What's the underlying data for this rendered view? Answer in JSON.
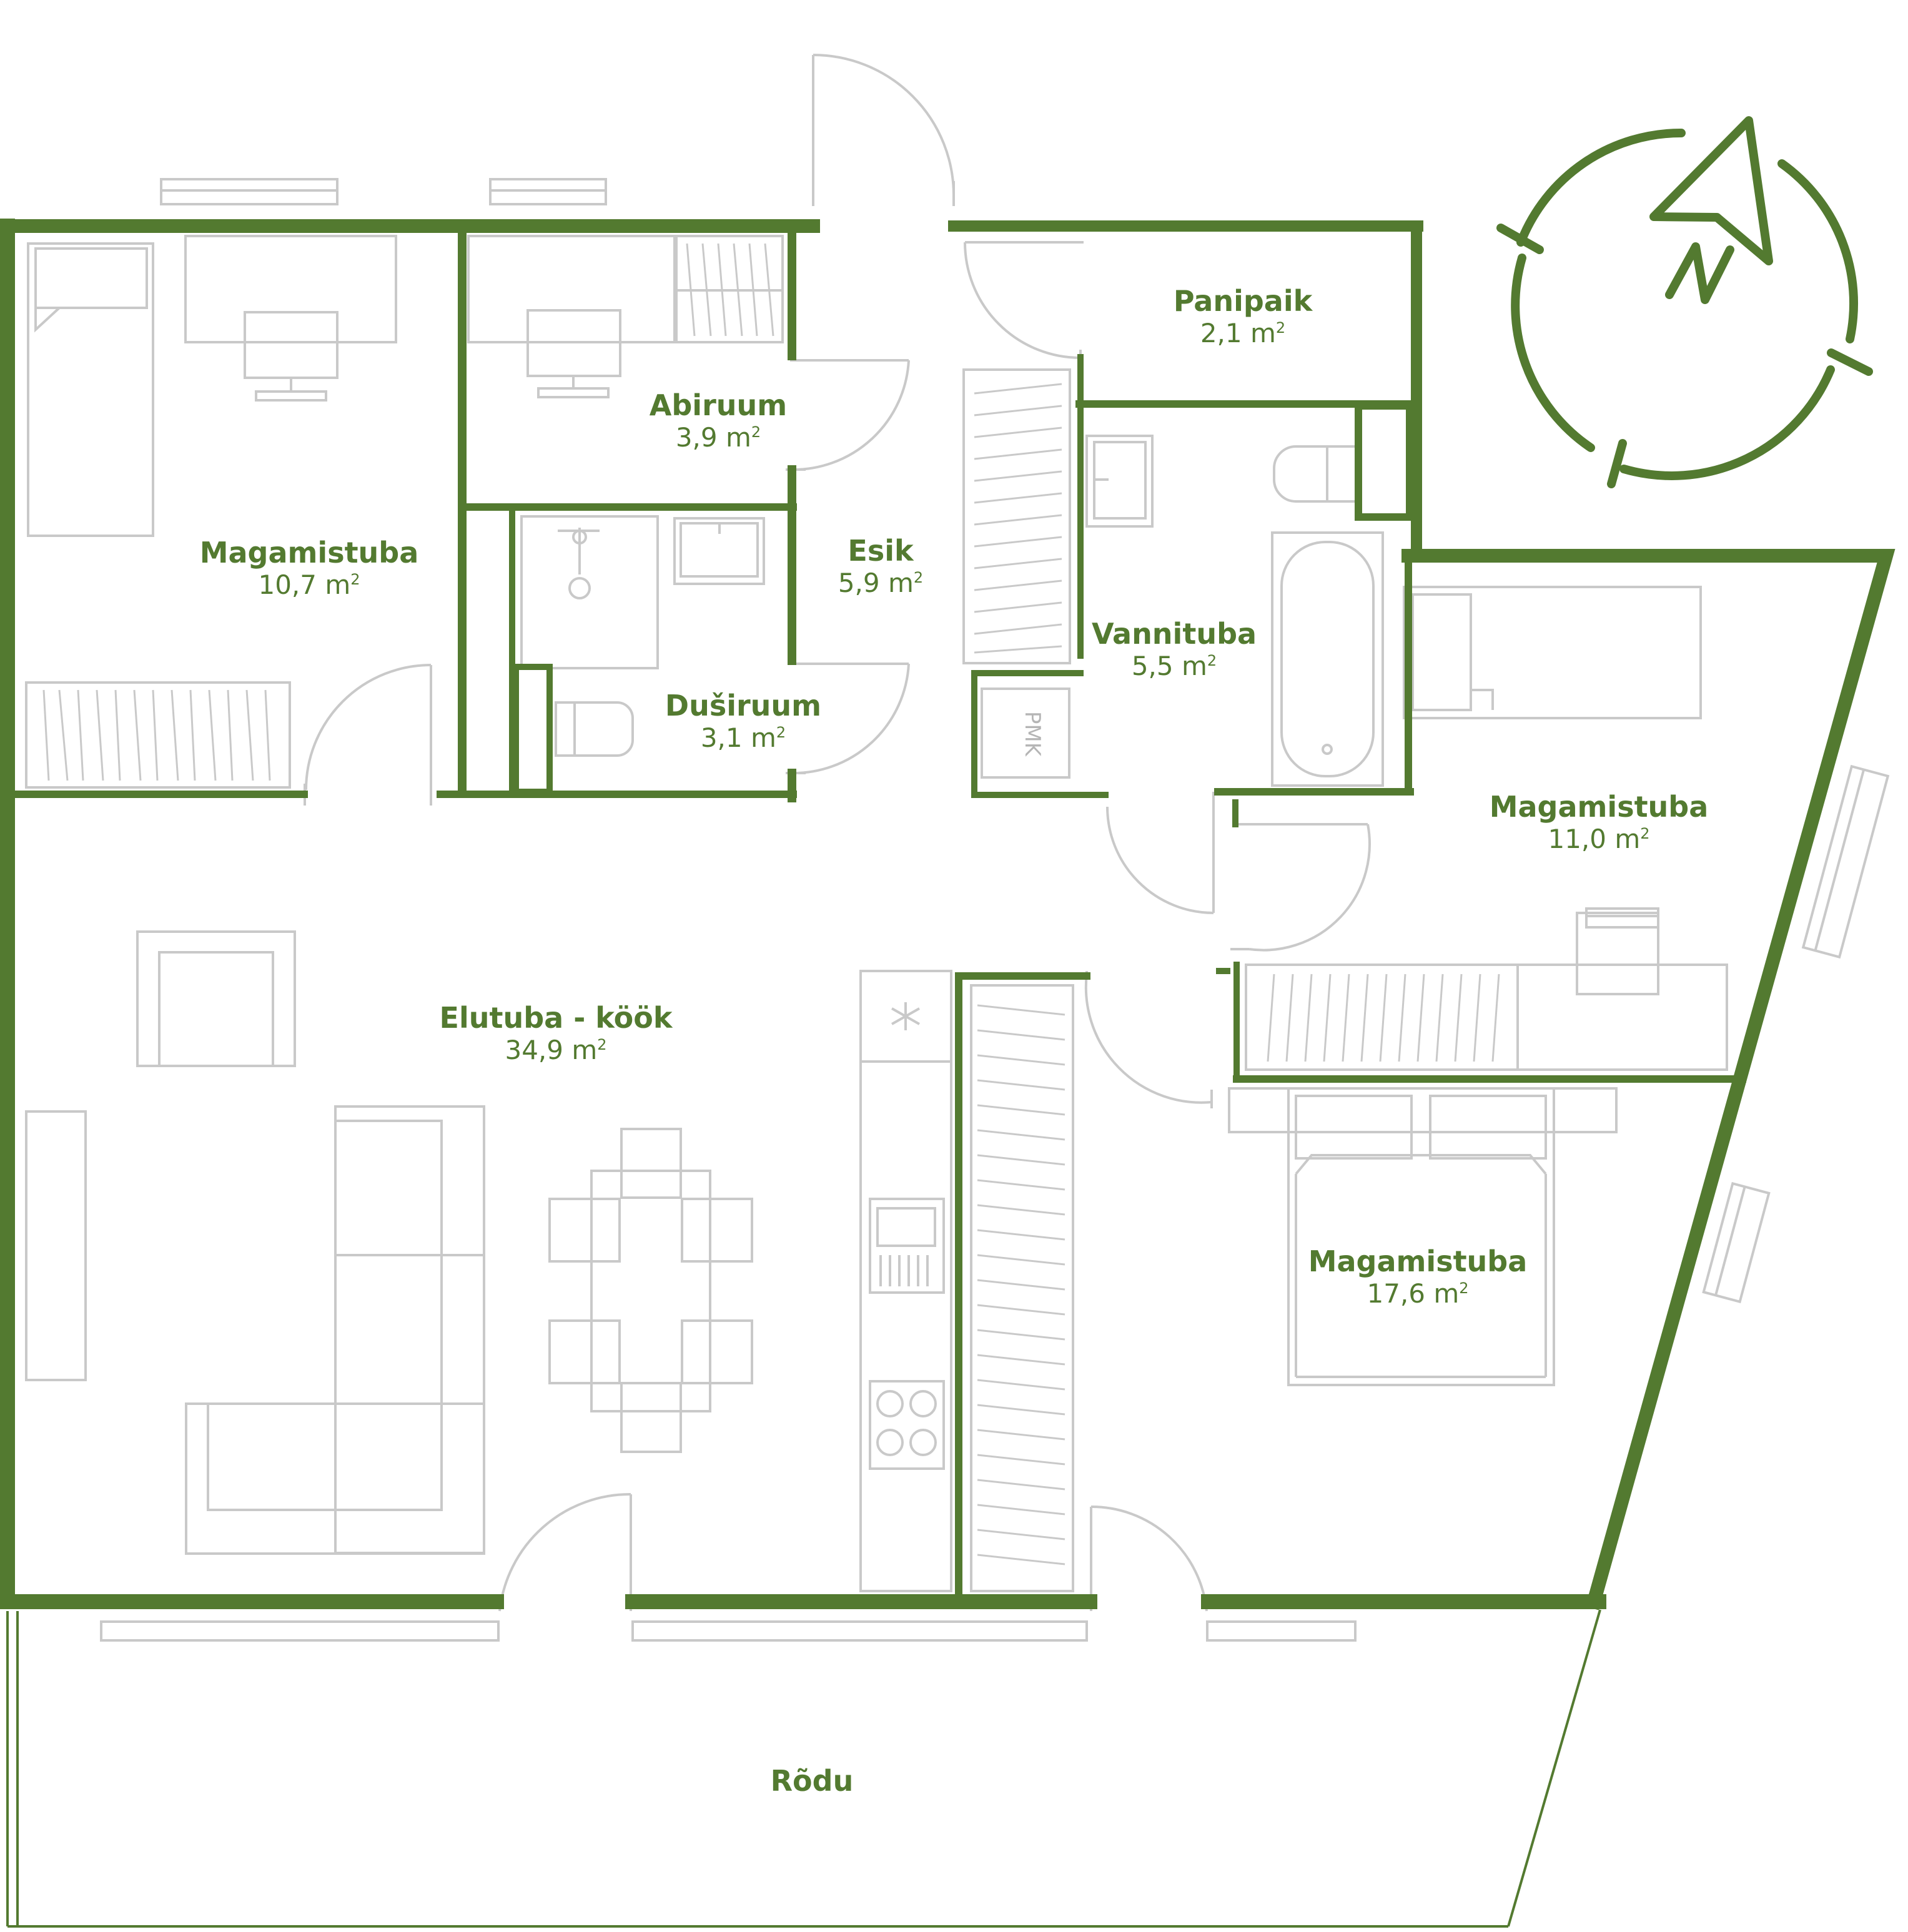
{
  "colors": {
    "wall": "#537a30",
    "label": "#537a30",
    "furniture": "#c9c9c9",
    "background": "#ffffff"
  },
  "compass": {
    "letter": "N"
  },
  "rooms": {
    "bedroom_a": {
      "name": "Magamistuba",
      "area": "10,7 m",
      "sup": "2"
    },
    "abiruum": {
      "name": "Abiruum",
      "area": "3,9 m",
      "sup": "2"
    },
    "esik": {
      "name": "Esik",
      "area": "5,9 m",
      "sup": "2"
    },
    "dusiruum": {
      "name": "Duširuum",
      "area": "3,1 m",
      "sup": "2"
    },
    "panipaik": {
      "name": "Panipaik",
      "area": "2,1 m",
      "sup": "2"
    },
    "vannituba": {
      "name": "Vannituba",
      "area": "5,5 m",
      "sup": "2"
    },
    "bedroom_b": {
      "name": "Magamistuba",
      "area": "11,0 m",
      "sup": "2"
    },
    "living": {
      "name": "Elutuba - köök",
      "area": "34,9 m",
      "sup": "2"
    },
    "bedroom_c": {
      "name": "Magamistuba",
      "area": "17,6 m",
      "sup": "2"
    },
    "rodu": {
      "name": "Rõdu"
    }
  },
  "fixtures": {
    "pmk": "PMK"
  }
}
